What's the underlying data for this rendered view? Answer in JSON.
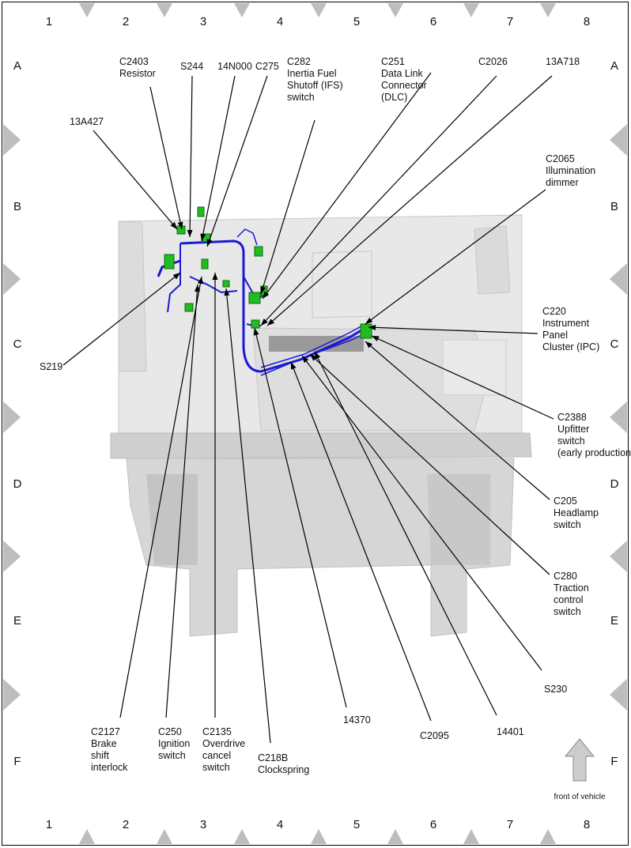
{
  "grid": {
    "columns": [
      "1",
      "2",
      "3",
      "4",
      "5",
      "6",
      "7",
      "8"
    ],
    "rows": [
      "A",
      "B",
      "C",
      "D",
      "E",
      "F"
    ]
  },
  "colors": {
    "harness": "#1a1ad6",
    "connector": "#22bb22",
    "vehicle_body": "#d2d2d2",
    "grid_marker": "#bdbdbd"
  },
  "labels": [
    {
      "id": "c2403",
      "lines": [
        "C2403",
        "Resistor"
      ]
    },
    {
      "id": "s244",
      "lines": [
        "S244"
      ]
    },
    {
      "id": "14n000",
      "lines": [
        "14N000"
      ]
    },
    {
      "id": "c275",
      "lines": [
        "C275"
      ]
    },
    {
      "id": "c282",
      "lines": [
        "C282",
        "Inertia Fuel",
        "Shutoff (IFS)",
        "switch"
      ]
    },
    {
      "id": "c251",
      "lines": [
        "C251",
        "Data Link",
        "Connector",
        "(DLC)"
      ]
    },
    {
      "id": "c2026",
      "lines": [
        "C2026"
      ]
    },
    {
      "id": "13a718",
      "lines": [
        "13A718"
      ]
    },
    {
      "id": "13a427",
      "lines": [
        "13A427"
      ]
    },
    {
      "id": "c2065",
      "lines": [
        "C2065",
        "Illumination",
        "dimmer"
      ]
    },
    {
      "id": "s219",
      "lines": [
        "S219"
      ]
    },
    {
      "id": "c220",
      "lines": [
        "C220",
        "Instrument",
        "Panel",
        "Cluster (IPC)"
      ]
    },
    {
      "id": "c2388",
      "lines": [
        "C2388",
        "Upfitter",
        "switch",
        "(early production)"
      ]
    },
    {
      "id": "c205",
      "lines": [
        "C205",
        "Headlamp",
        "switch"
      ]
    },
    {
      "id": "c280",
      "lines": [
        "C280",
        "Traction",
        "control",
        "switch"
      ]
    },
    {
      "id": "s230",
      "lines": [
        "S230"
      ]
    },
    {
      "id": "c2127",
      "lines": [
        "C2127",
        "Brake",
        "shift",
        "interlock"
      ]
    },
    {
      "id": "c250",
      "lines": [
        "C250",
        "Ignition",
        "switch"
      ]
    },
    {
      "id": "c2135",
      "lines": [
        "C2135",
        "Overdrive",
        "cancel",
        "switch"
      ]
    },
    {
      "id": "c218b",
      "lines": [
        "C218B",
        "Clockspring"
      ]
    },
    {
      "id": "14370",
      "lines": [
        "14370"
      ]
    },
    {
      "id": "c2095",
      "lines": [
        "C2095"
      ]
    },
    {
      "id": "14401",
      "lines": [
        "14401"
      ]
    }
  ],
  "front_of_vehicle": "front of vehicle"
}
